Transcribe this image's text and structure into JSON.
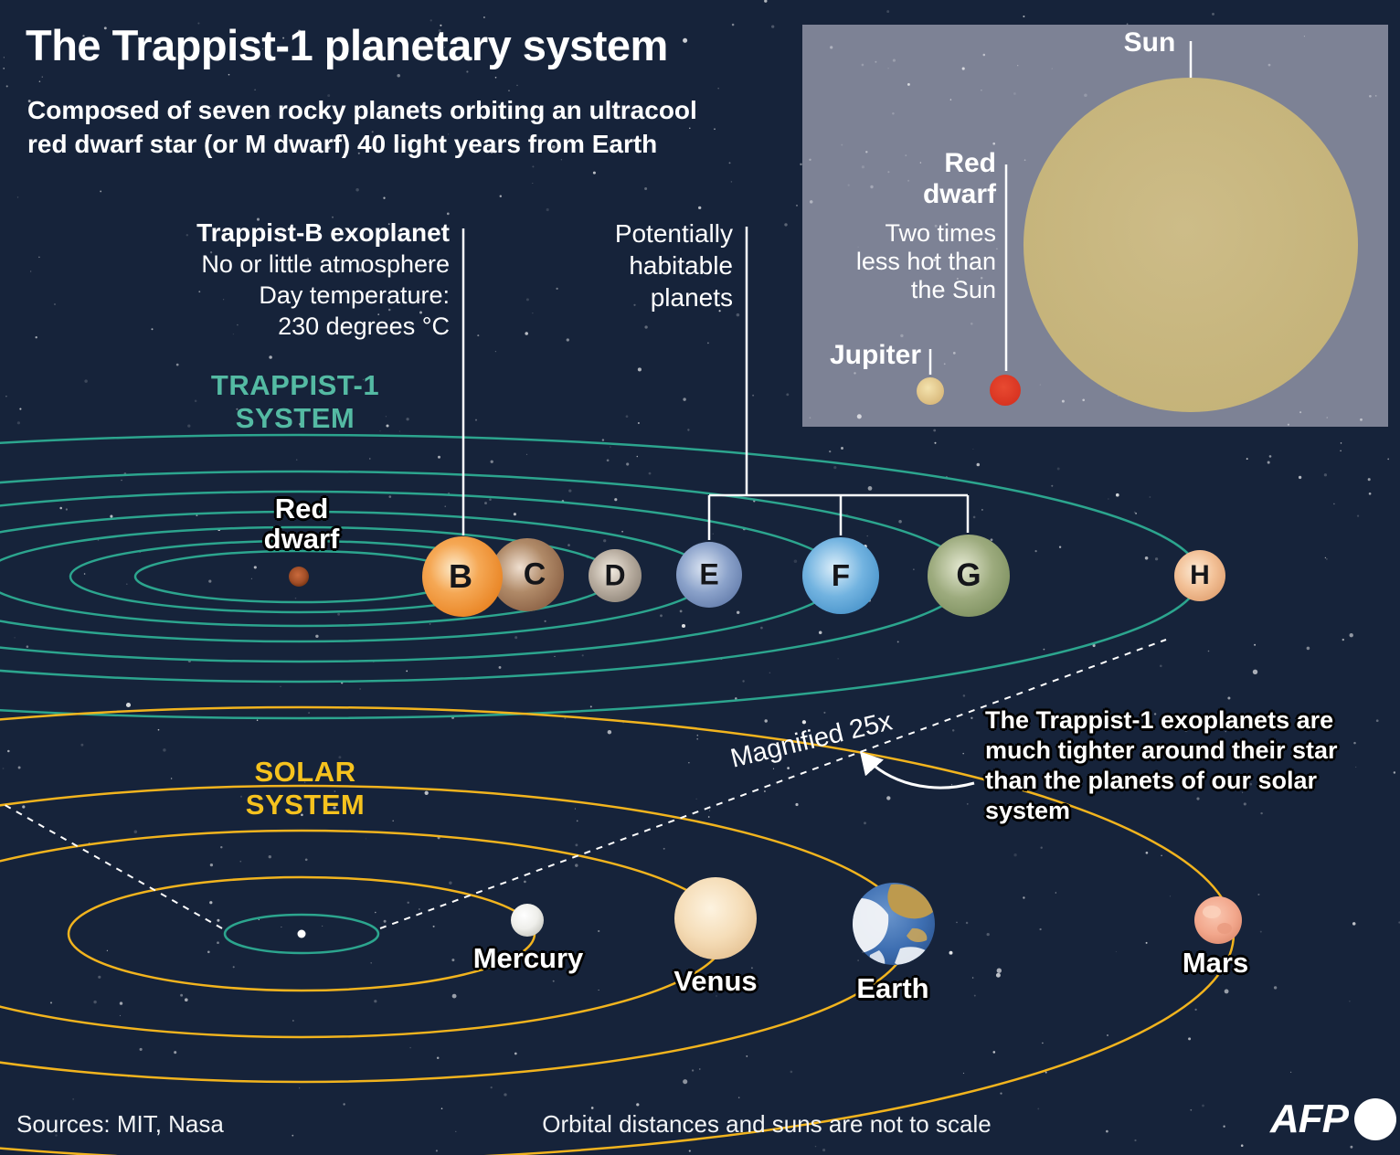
{
  "header": {
    "title": "The Trappist-1 planetary system",
    "subtitle_lines": [
      "Composed of seven rocky planets orbiting an ultracool",
      "red dwarf star (or M dwarf) 40 light years from Earth"
    ]
  },
  "comparison_box": {
    "sun_label": "Sun",
    "red_dwarf_label_lines": [
      "Red",
      "dwarf"
    ],
    "red_dwarf_note_lines": [
      "Two times",
      "less hot than",
      "the Sun"
    ],
    "jupiter_label": "Jupiter"
  },
  "trappist_annotations": {
    "exoplanet_title": "Trappist-B exoplanet",
    "exoplanet_lines": [
      "No or little atmosphere",
      "Day temperature:",
      "230 degrees °C"
    ],
    "habitable_lines": [
      "Potentially",
      "habitable",
      "planets"
    ]
  },
  "trappist_system": {
    "label_lines": [
      "TRAPPIST-1",
      "SYSTEM"
    ],
    "star_label_lines": [
      "Red",
      "dwarf"
    ],
    "planets": [
      {
        "letter": "B"
      },
      {
        "letter": "C"
      },
      {
        "letter": "D"
      },
      {
        "letter": "E"
      },
      {
        "letter": "F"
      },
      {
        "letter": "G"
      },
      {
        "letter": "H"
      }
    ]
  },
  "solar_system": {
    "label": "SOLAR SYSTEM",
    "planets": [
      {
        "name": "Mercury"
      },
      {
        "name": "Venus"
      },
      {
        "name": "Earth"
      },
      {
        "name": "Mars"
      }
    ]
  },
  "magnifier": {
    "label": "Magnified 25x",
    "note_lines": [
      "The Trappist-1 exoplanets are",
      "much tighter around their star",
      "than the planets of our solar system"
    ]
  },
  "footer": {
    "sources": "Sources: MIT, Nasa",
    "note": "Orbital distances and suns are not to scale",
    "logo": "AFP"
  },
  "colors": {
    "background": "#16233a",
    "trappist_orbit": "#2ca58e",
    "trappist_label": "#54baa3",
    "solar_orbit": "#f2b41e",
    "solar_label": "#f5c21e",
    "box_background": "#7d8295",
    "sun": "#c8b67e",
    "jupiter": "#ecd79c",
    "red_dwarf_dot": "#e03a26",
    "planet_b": "#f09038",
    "planet_c": "#a87c5f",
    "planet_d": "#b3a99e",
    "planet_e": "#7d97c5",
    "planet_f": "#62aadc",
    "planet_g": "#93a874",
    "planet_h": "#f0bd95"
  }
}
